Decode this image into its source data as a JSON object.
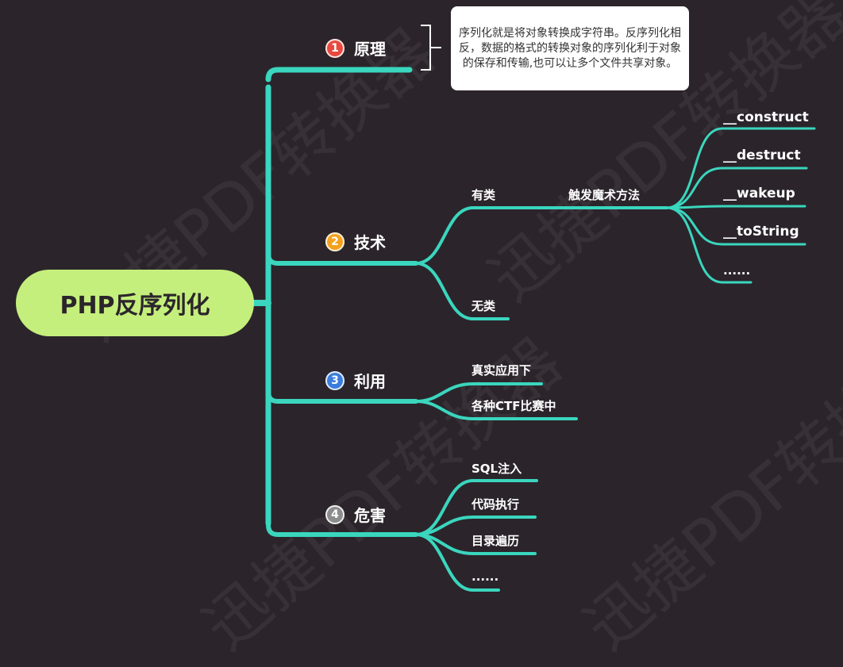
{
  "colors": {
    "background": "#2b252b",
    "line": "#3ad6be",
    "root_fill": "#c5ef7c",
    "badge_1": "#e84a3f",
    "badge_2": "#f5a11c",
    "badge_3": "#3b7ddd",
    "badge_4": "#8c8c8c"
  },
  "root": {
    "label": "PHP反序列化"
  },
  "branches": [
    {
      "num": "1",
      "label": "原理",
      "icon": "number-1-badge"
    },
    {
      "num": "2",
      "label": "技术",
      "icon": "number-2-badge"
    },
    {
      "num": "3",
      "label": "利用",
      "icon": "number-3-badge"
    },
    {
      "num": "4",
      "label": "危害",
      "icon": "number-4-badge"
    }
  ],
  "principle_note": "序列化就是将对象转换成字符串。反序列化相反，数据的格式的转换对象的序列化利于对象的保存和传输,也可以让多个文件共享对象。",
  "technique": {
    "has_class": "有类",
    "no_class": "无类",
    "trigger": "触发魔术方法",
    "magic_methods": [
      "__construct",
      "__destruct",
      "__wakeup",
      "__toString",
      "......"
    ]
  },
  "usage": [
    "真实应用下",
    "各种CTF比赛中"
  ],
  "harm": [
    "SQL注入",
    "代码执行",
    "目录遍历",
    "......"
  ],
  "watermark": "迅捷PDF转换器"
}
